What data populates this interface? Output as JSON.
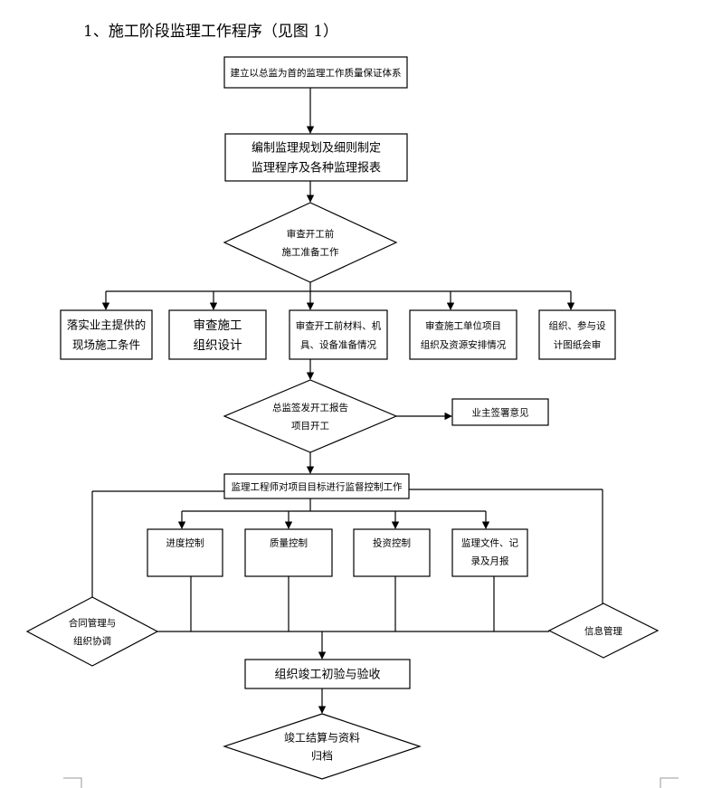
{
  "title": "1、施工阶段监理工作程序（见图 1）",
  "nodes": {
    "qa_system": {
      "lines": [
        "建立以总监为首的监理工作质量保证体系"
      ]
    },
    "planning": {
      "lines": [
        "编制监理规划及细则制定",
        "监理程序及各种监理报表"
      ]
    },
    "review_prep": {
      "lines": [
        "审查开工前",
        "施工准备工作"
      ]
    },
    "owner_site": {
      "lines": [
        "落实业主提供的",
        "现场施工条件"
      ]
    },
    "review_org": {
      "lines": [
        "审查施工",
        "组织设计"
      ]
    },
    "review_material": {
      "lines": [
        "审查开工前材料、机",
        "具、设备准备情况"
      ]
    },
    "review_unit": {
      "lines": [
        "审查施工单位项目",
        "组织及资源安排情况"
      ]
    },
    "design_review": {
      "lines": [
        "组织、参与设",
        "计图纸会审"
      ]
    },
    "start_report": {
      "lines": [
        "总监签发开工报告",
        "项目开工"
      ]
    },
    "owner_sign": {
      "lines": [
        "业主签署意见"
      ]
    },
    "supervise": {
      "lines": [
        "监理工程师对项目目标进行监督控制工作"
      ]
    },
    "schedule": {
      "lines": [
        "进度控制"
      ]
    },
    "quality": {
      "lines": [
        "质量控制"
      ]
    },
    "investment": {
      "lines": [
        "投资控制"
      ]
    },
    "documents": {
      "lines": [
        "监理文件、记",
        "录及月报"
      ]
    },
    "contract": {
      "lines": [
        "合同管理与",
        "组织协调"
      ]
    },
    "info": {
      "lines": [
        "信息管理"
      ]
    },
    "acceptance": {
      "lines": [
        "组织竣工初验与验收"
      ]
    },
    "settlement": {
      "lines": [
        "竣工结算与资料",
        "归档"
      ]
    }
  }
}
